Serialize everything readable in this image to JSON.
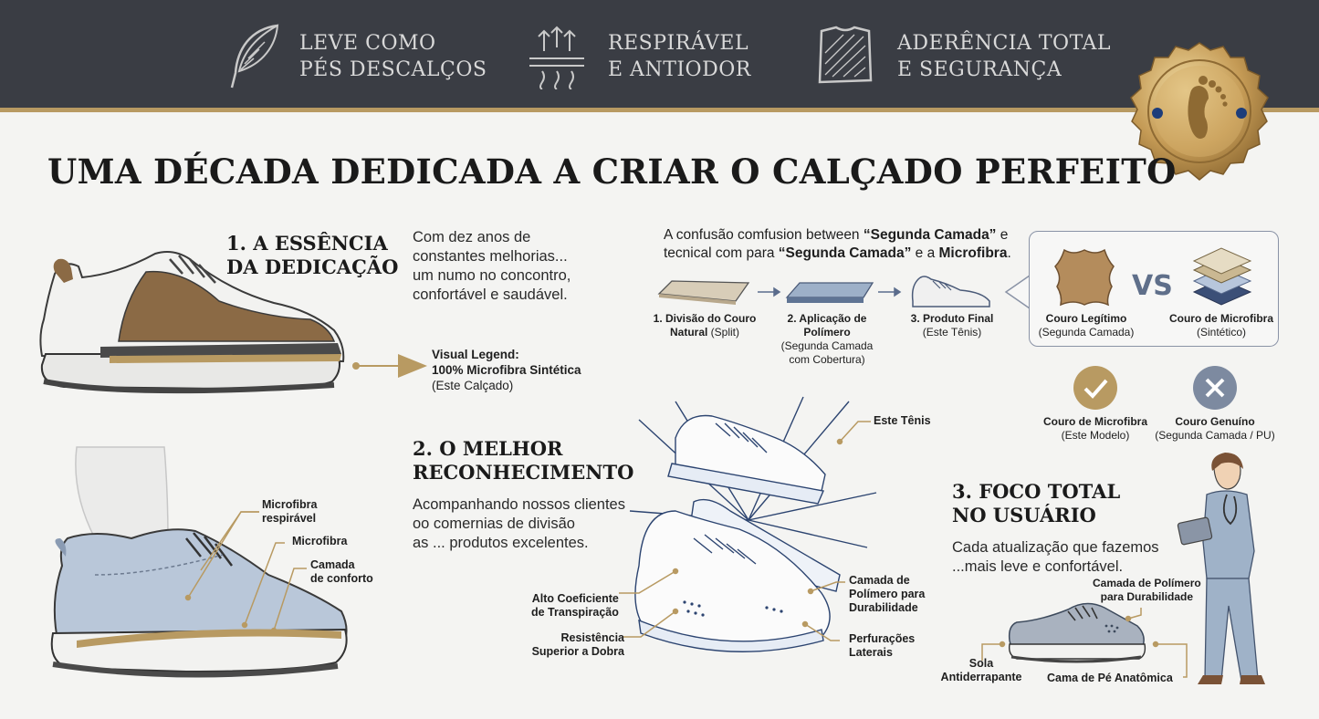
{
  "banner": {
    "features": [
      {
        "icon": "feather-icon",
        "line1": "LEVE COMO",
        "line2": "PÉS DESCALÇOS"
      },
      {
        "icon": "breathable-arrows-icon",
        "line1": "RESPIRÁVEL",
        "line2": "E ANTIODOR"
      },
      {
        "icon": "grip-texture-icon",
        "line1": "ADERÊNCIA TOTAL",
        "line2": "E SEGURANÇA"
      }
    ],
    "seal_icon": "footprint-seal-icon"
  },
  "title": "UMA DÉCADA DEDICADA A CRIAR O CALÇADO PERFEITO",
  "section1": {
    "heading_line1": "1. A ESSÊNCIA",
    "heading_line2": "DA DEDICAÇÃO",
    "text_lines": [
      "Com dez anos de",
      "constantes melhorias...",
      "um numo no concontro,",
      "confortável e saudável."
    ],
    "legend_title": "Visual Legend:",
    "legend_bold": "100% Microfibra Sintética",
    "legend_note": "(Este Calçado)"
  },
  "shoe2_callouts": {
    "c1_line1": "Microfibra",
    "c1_line2": "respirável",
    "c2": "Microfibra",
    "c3_line1": "Camada",
    "c3_line2": "de conforto"
  },
  "confusion": {
    "line1_pre": "A confusão comfusion between ",
    "line1_bold": "“Segunda Camada”",
    "line1_post": " e",
    "line2_pre": "tecnical com para ",
    "line2_bold1": "“Segunda Camada”",
    "line2_mid": " e a ",
    "line2_bold2": "Microfibra",
    "line2_post": "."
  },
  "process": [
    {
      "title": "1. Divisão do Couro",
      "title2": "Natural",
      "note": " (Split)"
    },
    {
      "title": "2. Aplicação de Polímero",
      "note_lines": [
        "(Segunda Camada",
        "com Cobertura)"
      ]
    },
    {
      "title": "3. Produto Final",
      "note_lines": [
        "(Este Tênis)"
      ]
    }
  ],
  "compare": {
    "vs": "VS",
    "left_title": "Couro Legítimo",
    "left_note": "(Segunda Camada)",
    "right_title": "Couro de Microfibra",
    "right_note": "(Sintético)"
  },
  "verdict": {
    "yes_title": "Couro de Microfibra",
    "yes_note": "(Este Modelo)",
    "no_title": "Couro Genuíno",
    "no_note": "(Segunda Camada / PU)"
  },
  "section2": {
    "heading_line1": "2. O MELHOR",
    "heading_line2": "RECONHECIMENTO",
    "text_lines": [
      "Acompanhando nossos clientes",
      "oo comernias de divisão",
      "as ... produtos excelentes."
    ],
    "callouts": {
      "este_tenis": "Este Tênis",
      "alto_1": "Alto Coeficiente",
      "alto_2": "de Transpiração",
      "resist_1": "Resistência",
      "resist_2": "Superior a Dobra",
      "camada_1": "Camada de",
      "camada_2": "Polímero para",
      "camada_3": "Durabilidade",
      "perf_1": "Perfurações",
      "perf_2": "Laterais"
    }
  },
  "section3": {
    "heading_line1": "3. FOCO TOTAL",
    "heading_line2": "NO USUÁRIO",
    "text_lines": [
      "Cada atualização que fazemos",
      "...mais leve e confortável."
    ],
    "callouts": {
      "poly_1": "Camada de Polímero",
      "poly_2": "para Durabilidade",
      "sola_1": "Sola",
      "sola_2": "Antiderrapante",
      "cama": "Cama de Pé Anatômica"
    }
  },
  "colors": {
    "banner": "#3a3d44",
    "gold": "#b89a62",
    "check": "#b89a62",
    "cross": "#7d8aa0"
  }
}
